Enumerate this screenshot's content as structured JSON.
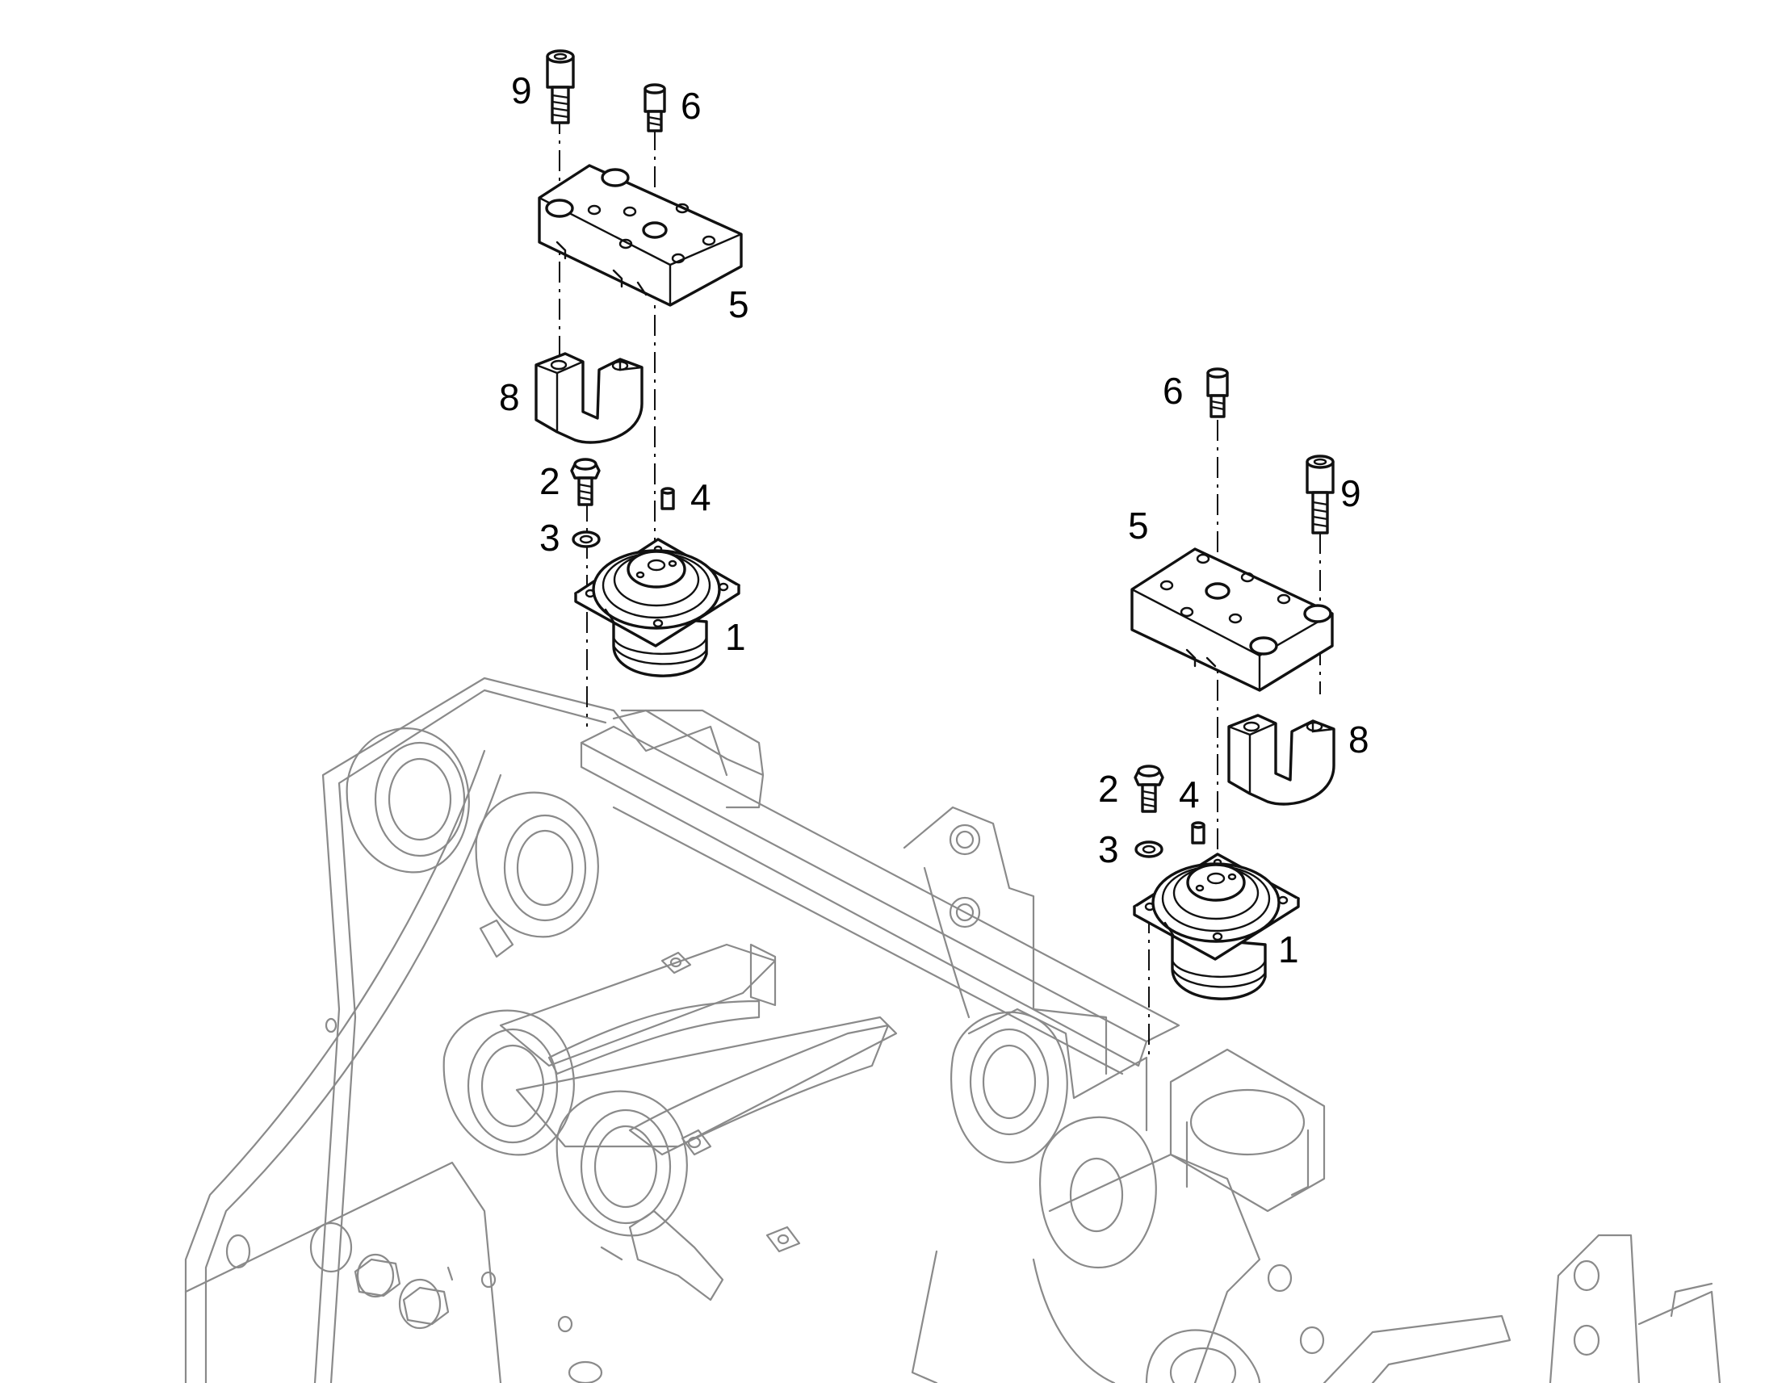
{
  "callouts": {
    "left": {
      "n9": "9",
      "n6": "6",
      "n5": "5",
      "n8": "8",
      "n2": "2",
      "n4": "4",
      "n3": "3",
      "n1": "1"
    },
    "right": {
      "n6": "6",
      "n9": "9",
      "n5": "5",
      "n8": "8",
      "n2": "2",
      "n4": "4",
      "n3": "3",
      "n1": "1"
    }
  },
  "colors": {
    "part_line": "#111111",
    "frame_line": "#8a8a8a",
    "background": "#ffffff"
  }
}
